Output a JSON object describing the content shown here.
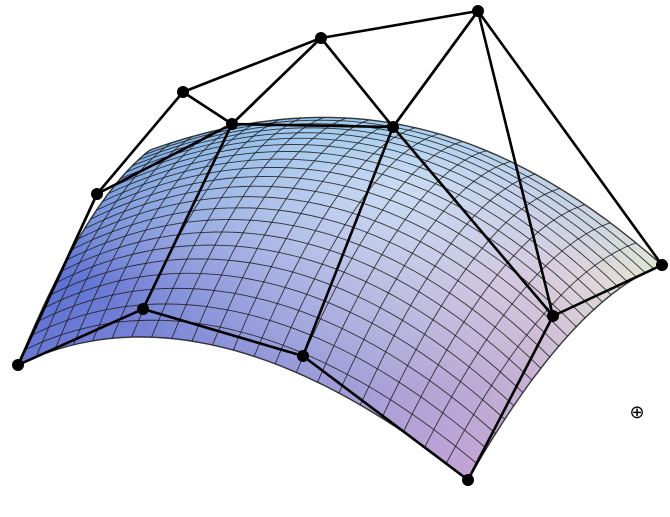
{
  "diagram": {
    "kind": "bezier-surface-with-control-net",
    "control_net_rows": 3,
    "control_net_cols": 4,
    "surface_grid_u": 22,
    "surface_grid_v": 22,
    "colors": {
      "background": "#ffffff",
      "control_net": "#000000",
      "surface_grid": "#1a1a1a",
      "shade_top": "#7fb2dd",
      "shade_left": "#5f6fd0",
      "shade_right": "#e9e6c3",
      "shade_bottom": "#c39ad6"
    },
    "marker_icon": "circled-plus-icon",
    "marker_glyph": "⊕"
  }
}
